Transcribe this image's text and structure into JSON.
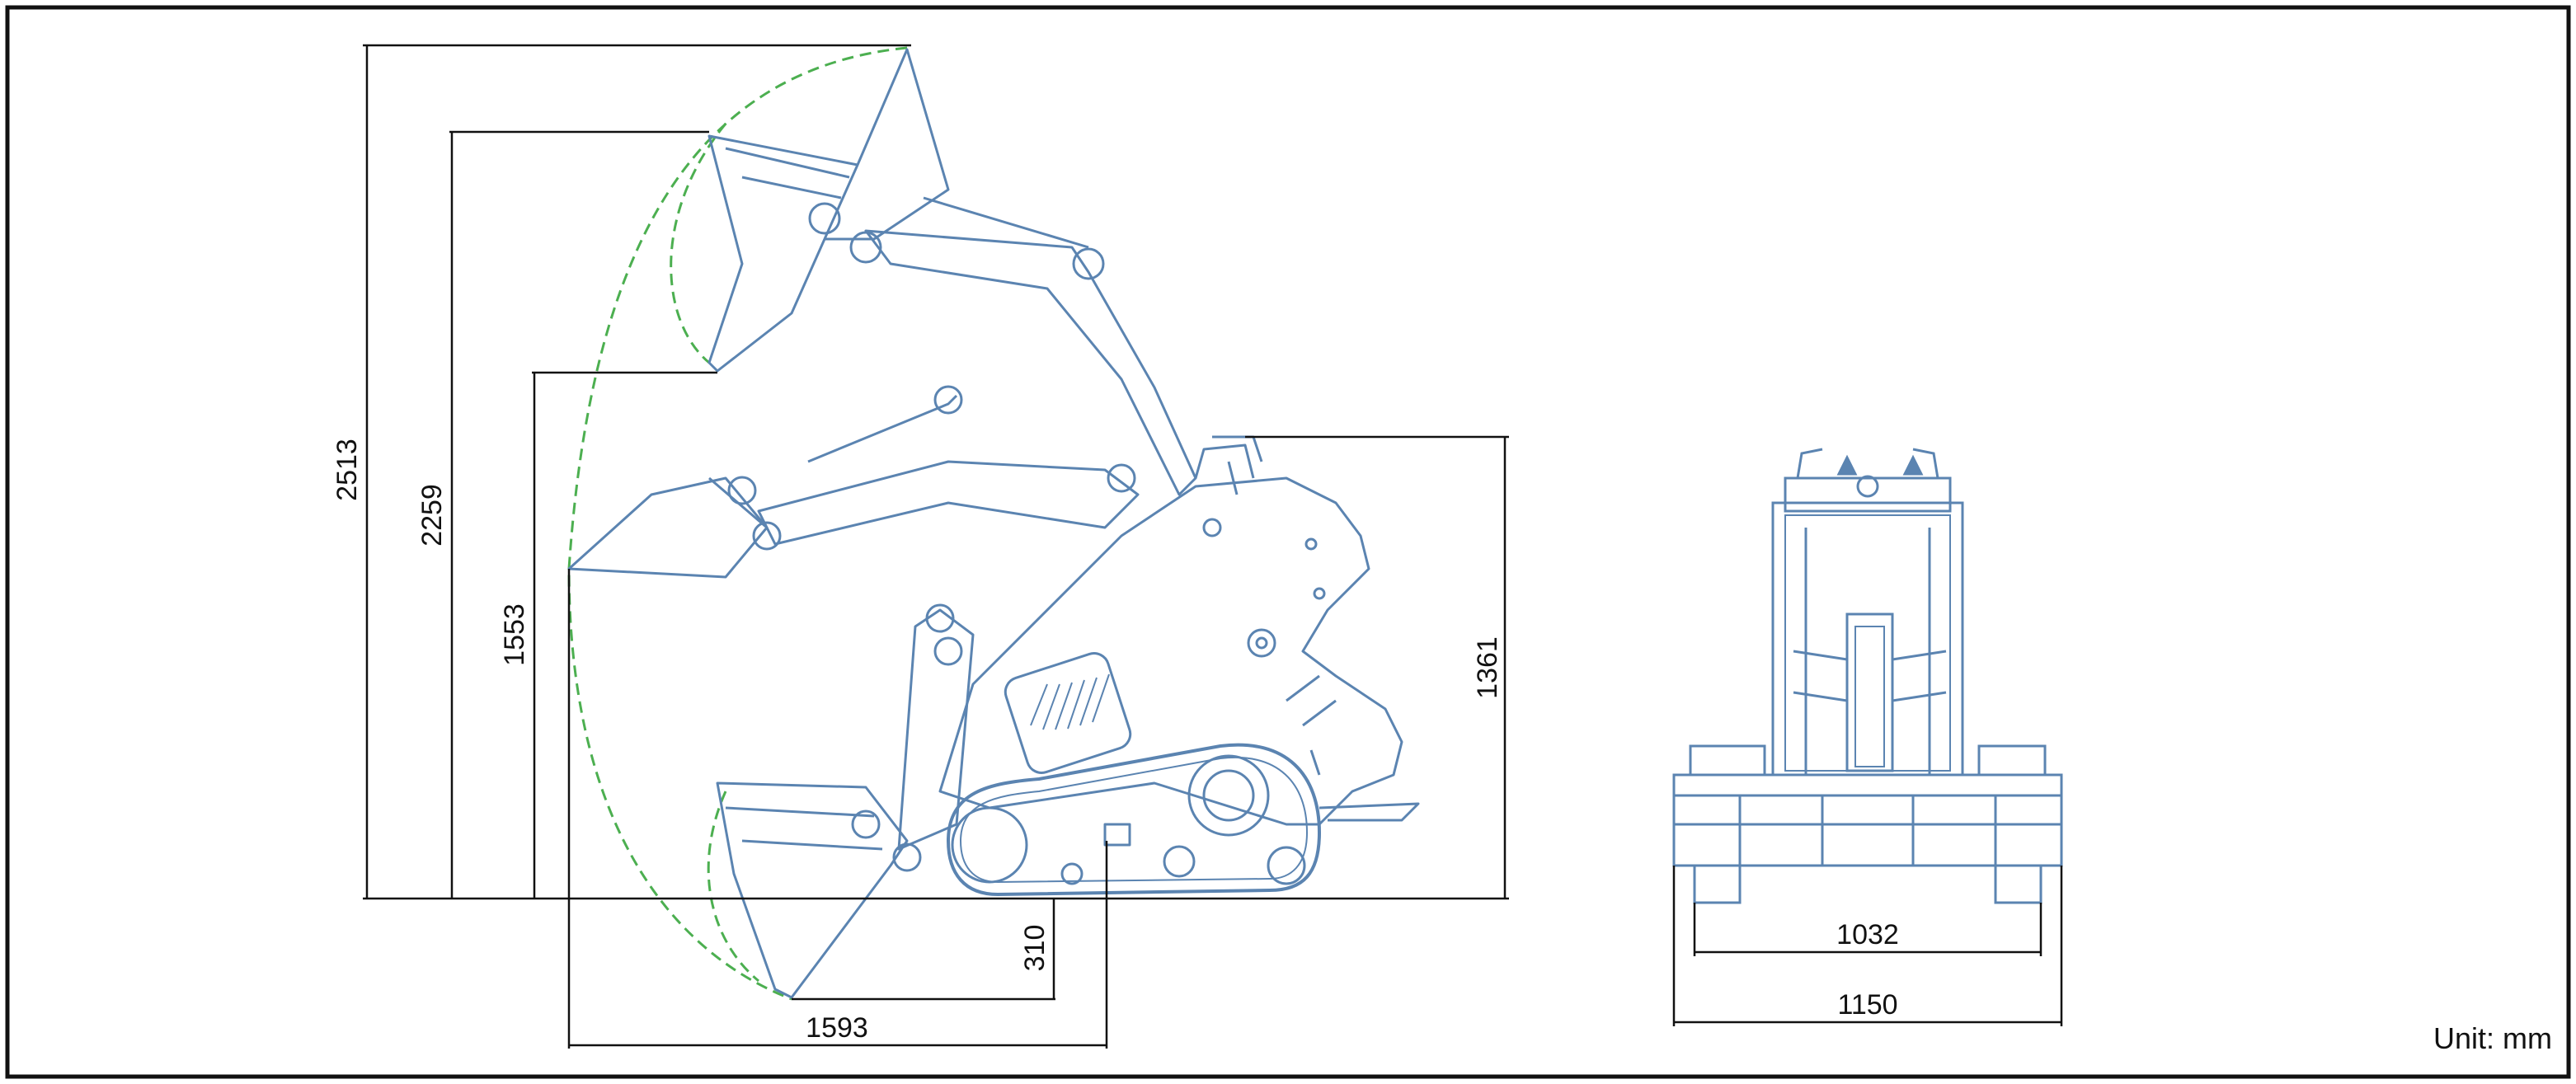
{
  "colors": {
    "frame": "#111111",
    "machine_outline": "#5b84b1",
    "arc": "#4caf50",
    "dimension": "#111111"
  },
  "dimensions": {
    "max_pin_height": "2513",
    "max_bucket_bottom_height": "2259",
    "mid_bucket_height": "1553",
    "machine_height": "1361",
    "dig_depth": "310",
    "reach": "1593",
    "track_inner_width": "1032",
    "overall_width": "1150"
  },
  "unit_label": "Unit: mm"
}
